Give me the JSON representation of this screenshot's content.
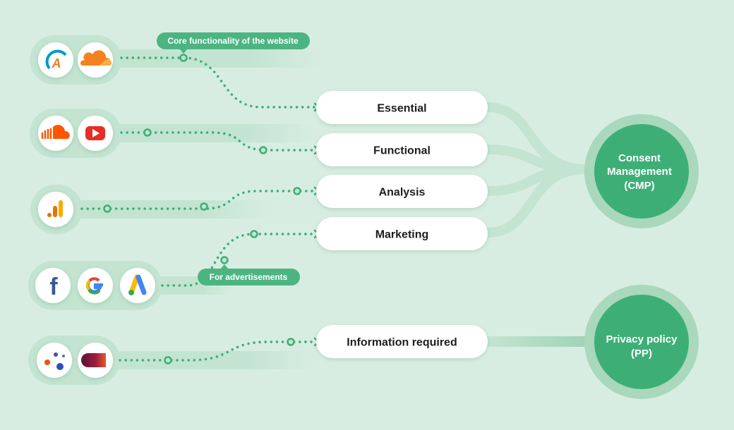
{
  "colors": {
    "background": "#d8ede2",
    "accent": "#3daf76",
    "dot_line": "#3daf76",
    "pill_track": "#c3e4d1",
    "label_bg": "#4cb481",
    "label_text": "#ffffff",
    "category_text": "#1e1e1e",
    "circle_outer": "#a9d8bc",
    "circle_inner": "#3daf76"
  },
  "labels": {
    "core": "Core functionality of the website",
    "ads": "For advertisements"
  },
  "categories": [
    {
      "id": "essential",
      "label": "Essential"
    },
    {
      "id": "functional",
      "label": "Functional"
    },
    {
      "id": "analysis",
      "label": "Analysis"
    },
    {
      "id": "marketing",
      "label": "Marketing"
    },
    {
      "id": "information",
      "label": "Information required"
    }
  ],
  "targets": {
    "cmp": [
      "Consent",
      "Management",
      "(CMP)"
    ],
    "pp": [
      "Privacy policy",
      "(PP)"
    ]
  },
  "service_groups": [
    {
      "id": "core",
      "icons": [
        "akamai-icon",
        "cloudflare-icon"
      ]
    },
    {
      "id": "media",
      "icons": [
        "soundcloud-icon",
        "youtube-icon"
      ]
    },
    {
      "id": "analytics",
      "icons": [
        "google-analytics-icon"
      ]
    },
    {
      "id": "ads",
      "icons": [
        "facebook-icon",
        "google-icon",
        "google-ads-icon"
      ]
    },
    {
      "id": "other",
      "icons": [
        "dots-icon",
        "gradient-logo-icon"
      ]
    }
  ]
}
